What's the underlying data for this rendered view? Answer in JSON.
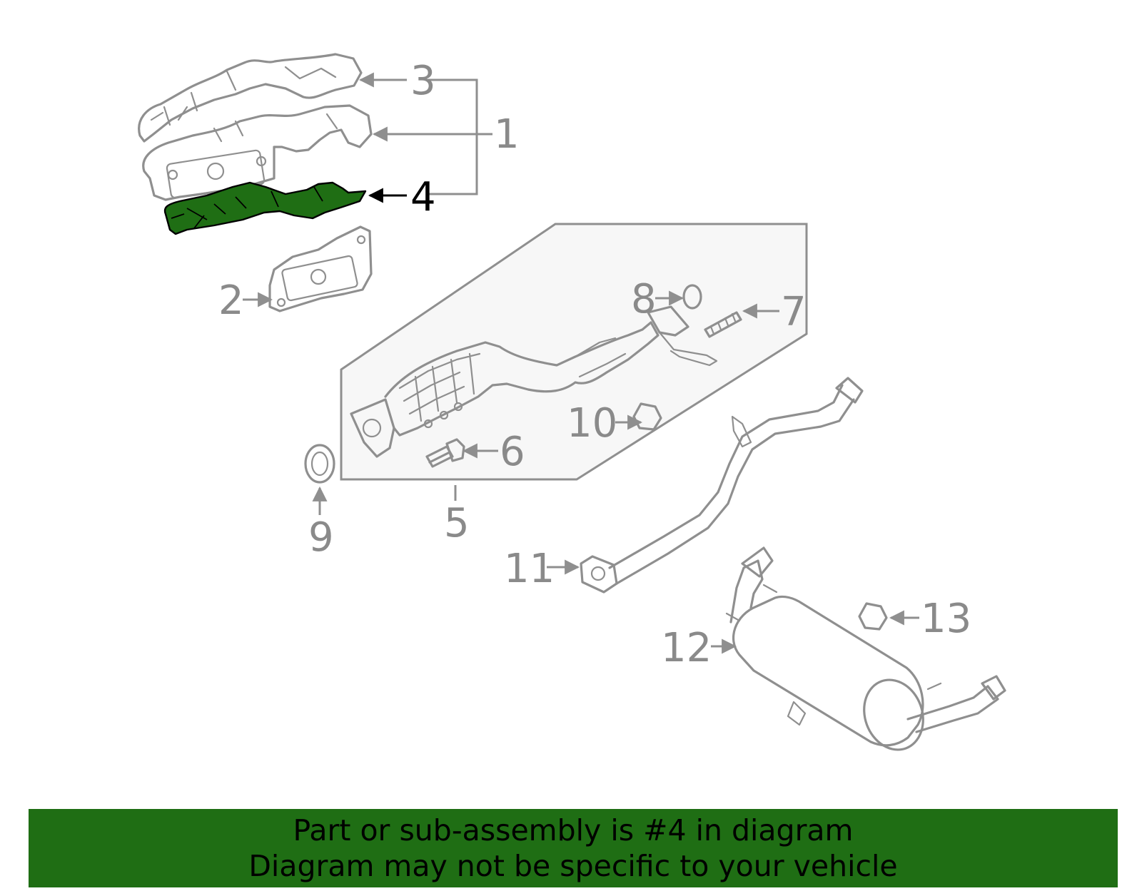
{
  "diagram": {
    "highlight_color": "#1f6e14",
    "highlighted_part": "4",
    "callouts": {
      "c1": "1",
      "c2": "2",
      "c3": "3",
      "c4": "4",
      "c5": "5",
      "c6": "6",
      "c7": "7",
      "c8": "8",
      "c9": "9",
      "c10": "10",
      "c11": "11",
      "c12": "12",
      "c13": "13"
    }
  },
  "footer": {
    "line1": "Part or sub-assembly is #4 in diagram",
    "line2": "Diagram may not be specific to your vehicle",
    "background": "#1f6e14"
  }
}
